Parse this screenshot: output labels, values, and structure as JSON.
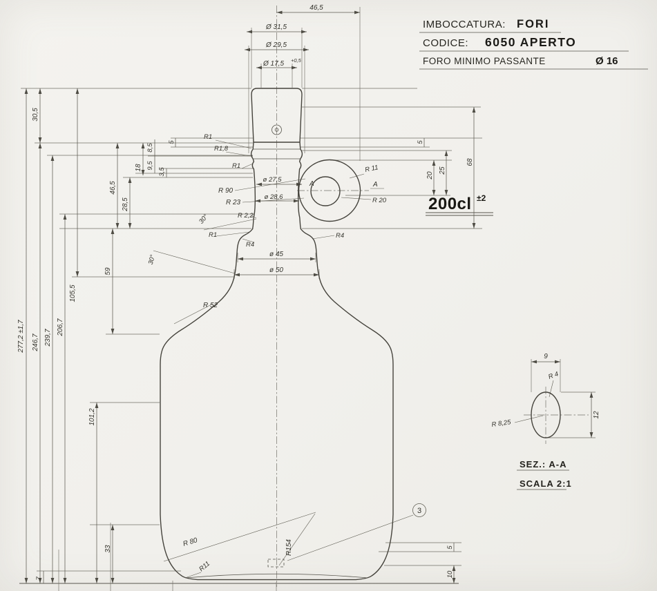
{
  "header": {
    "imboccatura_label": "IMBOCCATURA:",
    "imboccatura_value": "FORI",
    "codice_label": "CODICE:",
    "codice_value": "6050 APERTO",
    "foro_label": "FORO  MINIMO  PASSANTE",
    "foro_value": "Ø 16"
  },
  "capacity": {
    "value": "200cl",
    "tolerance": "±2"
  },
  "top_dims": {
    "handle_offset": "46,5",
    "d1": "Ø 31,5",
    "d2": "Ø 29,5",
    "d3": "Ø 17,5",
    "d3_tol": "+0,5"
  },
  "left_dims": {
    "h2772": "277,2 ±1,7",
    "h305": "30,5",
    "h2467": "246,7",
    "h2397": "239,7",
    "h2067": "206,7",
    "h1055": "105,5",
    "h1012": "101,2",
    "h59": "59",
    "h33": "33",
    "h465": "46,5",
    "h285": "28,5",
    "h18": "18",
    "h95": "9,5",
    "h85": "8,5",
    "h35": "3,5",
    "h5": "5",
    "h7": "7"
  },
  "right_dims": {
    "d5": "5",
    "d20": "20",
    "d25": "25",
    "d68": "68",
    "b5": "5",
    "b10": "10"
  },
  "annotations": {
    "r1": "R1",
    "r18": "R1,8",
    "r90": "R 90",
    "r23": "R 23",
    "d275": "ø 27,5",
    "d286": "ø 28,6",
    "r22": "R 2,2",
    "r4": "R4",
    "d45": "ø 45",
    "d50": "ø 50",
    "angle30": "30°",
    "r52": "R 52",
    "r80": "R 80",
    "r154": "R154",
    "r11_base": "R11",
    "r11_handle": "R 11",
    "r20": "R 20",
    "section_a": "A",
    "balloon": "3"
  },
  "section_view": {
    "title": "SEZ.: A-A",
    "scale": "SCALA 2:1",
    "dim_width": "9",
    "dim_height": "12",
    "r_end": "R 4",
    "r_side": "R 8,25"
  }
}
